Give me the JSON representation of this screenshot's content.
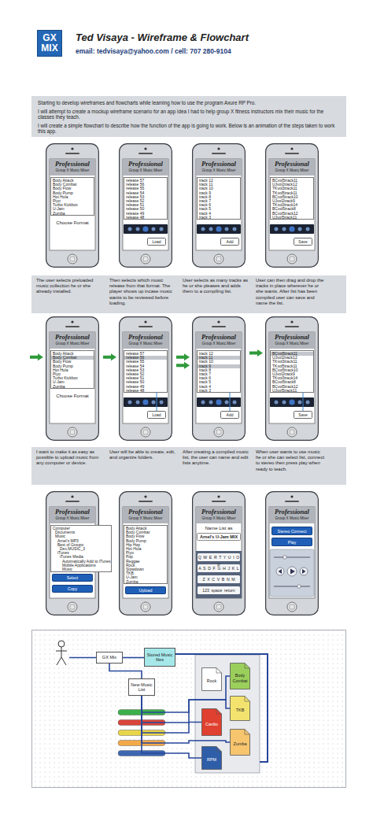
{
  "diagram": {
    "title": "Ted Visaya - Wireframe & Flowchart",
    "nodes": [
      {
        "text": [
          "GX",
          "MIX"
        ]
      },
      {
        "text": [
          "Starting to develop wireframes and flowcharts while learning how to use the program Axure RP Pro.",
          "I will attempt to create a mockup wireframe scenario for an app idea I had to help group X fitness instructors mix their music for the classes they teach.",
          "I will create a simple flowchart to describe how the function of the app is going to work. Below is an animation of the steps taken to work this app."
        ]
      },
      {
        "text": [
          "Professional",
          "Group X Music Mixer",
          "Choose Format"
        ]
      },
      {
        "text": [
          "Body Attack",
          "Body Combat",
          "Body Flow",
          "Body Pump",
          "Hot Hula",
          "Piyo",
          "Turbo Kickbox",
          "U-Jam",
          "Zumba"
        ],
        "in": 2
      },
      {
        "text": [
          "Professional",
          "Group X Music Mixer"
        ]
      },
      {
        "text": [
          "release 57",
          "release 56",
          "release 55",
          "release 54",
          "release 53",
          "release 52",
          "release 51",
          "release 50",
          "release 49",
          "release 48"
        ],
        "in": 4
      },
      {
        "text": [
          "Load"
        ],
        "in": 4
      },
      {
        "text": [
          "Professional",
          "Group X Music Mixer"
        ]
      },
      {
        "text": [
          "track 12",
          "track 11",
          "track 10",
          "track 9",
          "track 8",
          "track 7",
          "track 6",
          "track 5",
          "track 4",
          "track 3"
        ],
        "in": 7
      },
      {
        "text": [
          "Add"
        ],
        "in": 7
      },
      {
        "text": [
          "Professional",
          "Group X Music Mixer"
        ]
      },
      {
        "text": [
          "BCvol5track11",
          "UJvol2track12",
          "TKvol3track11",
          "TKvol5track11",
          "BCvol5track10",
          "UJvol2track9",
          "TKvol3track14",
          "BCvol5track8",
          "BCvol5track12",
          "UJvol5track11"
        ],
        "in": 10
      },
      {
        "text": [
          "Save"
        ],
        "in": 10
      },
      {
        "text": [
          "The user selects preloaded music collection he or she already installed.",
          "Then selects which music release from that format. The player shows up incase music wants to be reviewed before loading.",
          "User selects as many tracks as he or she pleases and adds them to a compiling list.",
          "User can then drag and drop the tracks in place wherever he or she wants. After list has been compiled user can save and name the list."
        ]
      },
      {
        "text": [
          "Professional",
          "Group X Music Mixer",
          "Choose Format"
        ]
      },
      {
        "text": [
          "Body Attack",
          "Body Combat",
          "Body Flow",
          "Body Pump",
          "Hot Hula",
          "Piyo",
          "Turbo Kickbox",
          "U-Jam",
          "Zumba"
        ],
        "in": 14
      },
      {
        "text": [
          "Professional",
          "Group X Music Mixer"
        ]
      },
      {
        "text": [
          "release 57",
          "release 56",
          "release 55",
          "release 54",
          "release 53",
          "release 52",
          "release 51",
          "release 50",
          "release 49",
          "release 48"
        ],
        "in": 16
      },
      {
        "text": [
          "Load"
        ],
        "in": 16
      },
      {
        "text": [
          "Professional",
          "Group X Music Mixer"
        ]
      },
      {
        "text": [
          "track 12",
          "track 11",
          "track 10",
          "track 9",
          "track 8",
          "track 7",
          "track 6",
          "track 5",
          "track 4",
          "track 3"
        ],
        "in": 19
      },
      {
        "text": [
          "Add"
        ],
        "in": 19
      },
      {
        "text": [
          "Professional",
          "Group X Music Mixer"
        ]
      },
      {
        "text": [
          "BCvol5track11",
          "UJvol2track12",
          "TKvol3track11",
          "TKvol5track11",
          "BCvol5track10",
          "UJvol2track9",
          "TKvol3track14",
          "BCvol5track8",
          "BCvol5track12",
          "UJvol5track11"
        ],
        "in": 22
      },
      {
        "text": [
          "Save"
        ],
        "in": 22
      },
      {
        "text": [
          "I want to make it as easy as possible to upload music from any computer or device.",
          "User will be able to create, edit, and organize folders.",
          "After creating a compiled music list, the user can name and edit lists anytime.",
          "When user wants to use music he or she can select list, connect to stereo then press play when ready to teach."
        ]
      },
      {
        "text": [
          "Professional",
          "Group X Music Mixer"
        ]
      },
      {
        "text": [
          "Computer",
          "Documents",
          "Music",
          "Arnel's MP3",
          "Best of Groupx",
          "Dec.MUSIC_3",
          "iTunes",
          "iTunes Media",
          "Automatically Add to iTunes",
          "Mobile Applications",
          "Music"
        ],
        "in": 26
      },
      {
        "text": [
          "Select"
        ],
        "in": 26
      },
      {
        "text": [
          "Copy"
        ],
        "in": 26
      },
      {
        "text": [
          "Professional",
          "Group X Music Mixer"
        ]
      },
      {
        "text": [
          "Body Attack",
          "Body Combat",
          "Body Flow",
          "Body Pump",
          "Hip Hop",
          "Hot Hula",
          "Piyo",
          "Pop",
          "Reggae",
          "Rock",
          "Slowdown",
          "TKB",
          "U-Jam",
          "Zumba"
        ],
        "in": 30
      },
      {
        "text": [
          "Upload"
        ],
        "in": 30
      },
      {
        "text": [
          "Professional",
          "Group X Music Mixer",
          "Name List as"
        ]
      },
      {
        "text": [
          "Arnel's U-Jam MIX"
        ],
        "in": 33
      },
      {
        "text": [
          "Q W E R T Y U I O P",
          "A S D F G H J K L",
          "Z X C V B N M",
          "123 space return"
        ],
        "in": 33
      },
      {
        "text": [
          "Professional",
          "Group X Music Mixer"
        ]
      },
      {
        "text": [
          "Stereo Connect"
        ],
        "in": 36
      },
      {
        "text": [
          "Play"
        ],
        "in": 36
      },
      {
        "text": [
          "GX Mix"
        ]
      },
      {
        "text": [
          "Stored Music files"
        ]
      },
      {
        "text": [
          "New Music List"
        ]
      },
      {
        "text": [
          "Rock"
        ]
      },
      {
        "text": [
          "Body Combat"
        ]
      },
      {
        "text": [
          "TKB"
        ]
      },
      {
        "text": [
          "Cardio"
        ]
      },
      {
        "text": [
          "Zumba"
        ]
      },
      {
        "text": [
          "RPM"
        ]
      }
    ],
    "edges": [
      {
        "from": 17,
        "to": 18,
        "arrow": "none"
      },
      {
        "from": 20,
        "to": 21,
        "arrow": "none"
      },
      {
        "from": 23,
        "to": 24,
        "arrow": "none"
      },
      {
        "from": 39,
        "to": 40,
        "arrow": "none"
      },
      {
        "from": 39,
        "to": 41,
        "arrow": "none"
      },
      {
        "from": 41,
        "to": 43,
        "arrow": "none"
      },
      {
        "from": 41,
        "to": 44,
        "arrow": "none"
      },
      {
        "from": 41,
        "to": 45,
        "arrow": "none"
      },
      {
        "from": 41,
        "to": 46,
        "arrow": "none"
      },
      {
        "from": 41,
        "to": 47,
        "arrow": "none"
      }
    ],
    "labels": [
      "email: tedvisaya@yahoo.com / cell: 707 280-9104"
    ]
  }
}
